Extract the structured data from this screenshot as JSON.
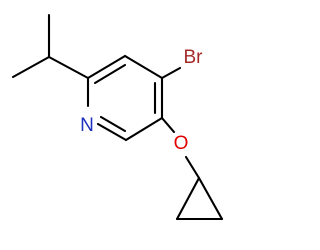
{
  "molecule": {
    "atoms": {
      "br": {
        "text": "Br",
        "color": "#a52a2a"
      },
      "n": {
        "text": "N",
        "color": "#1f2fbf"
      },
      "o": {
        "text": "O",
        "color": "#e00000"
      }
    },
    "bond_color": "#000000",
    "background": "#ffffff"
  }
}
